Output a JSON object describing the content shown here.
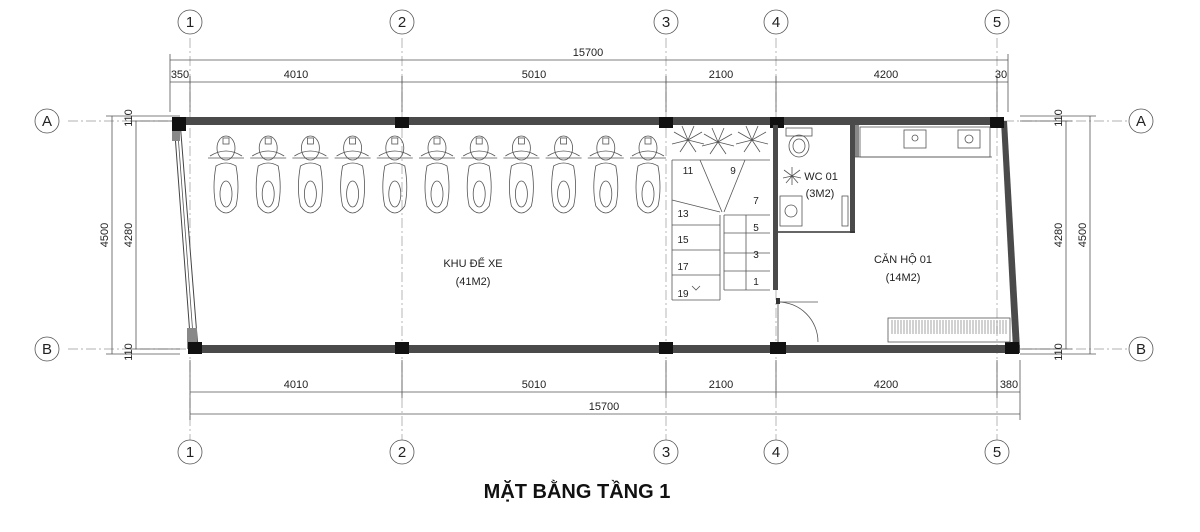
{
  "drawing": {
    "title": "MẶT BẰNG TẦNG 1",
    "grid_columns": [
      "1",
      "2",
      "3",
      "4",
      "5"
    ],
    "grid_rows": [
      "A",
      "B"
    ],
    "dimensions_top": {
      "overall": "15700",
      "segments": [
        "350",
        "4010",
        "5010",
        "2100",
        "4200",
        "30"
      ]
    },
    "dimensions_bottom": {
      "overall": "15700",
      "segments": [
        "4010",
        "5010",
        "2100",
        "4200",
        "380"
      ]
    },
    "dimensions_left": {
      "overall": "4500",
      "inner": "4280",
      "top_offset": "110",
      "bottom_offset": "110"
    },
    "dimensions_right": {
      "overall": "4500",
      "inner": "4280",
      "top_offset": "110",
      "bottom_offset": "110"
    },
    "rooms": [
      {
        "name": "KHU ĐỂ XE",
        "area": "(41M2)"
      },
      {
        "name": "WC 01",
        "area": "(3M2)"
      },
      {
        "name": "CĂN HỘ 01",
        "area": "(14M2)"
      }
    ],
    "stair_steps": [
      "1",
      "3",
      "5",
      "7",
      "9",
      "11",
      "13",
      "15",
      "17",
      "19"
    ],
    "colors": {
      "wall": "#4a4a4a",
      "column": "#111111",
      "gridline": "#999999"
    }
  }
}
